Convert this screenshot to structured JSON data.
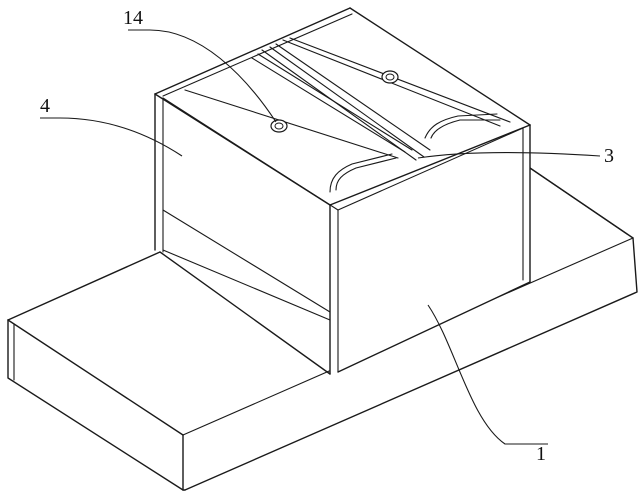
{
  "labels": [
    {
      "id": "label-14",
      "text": "14"
    },
    {
      "id": "label-4",
      "text": "4"
    },
    {
      "id": "label-3",
      "text": "3"
    },
    {
      "id": "label-1",
      "text": "1"
    }
  ]
}
